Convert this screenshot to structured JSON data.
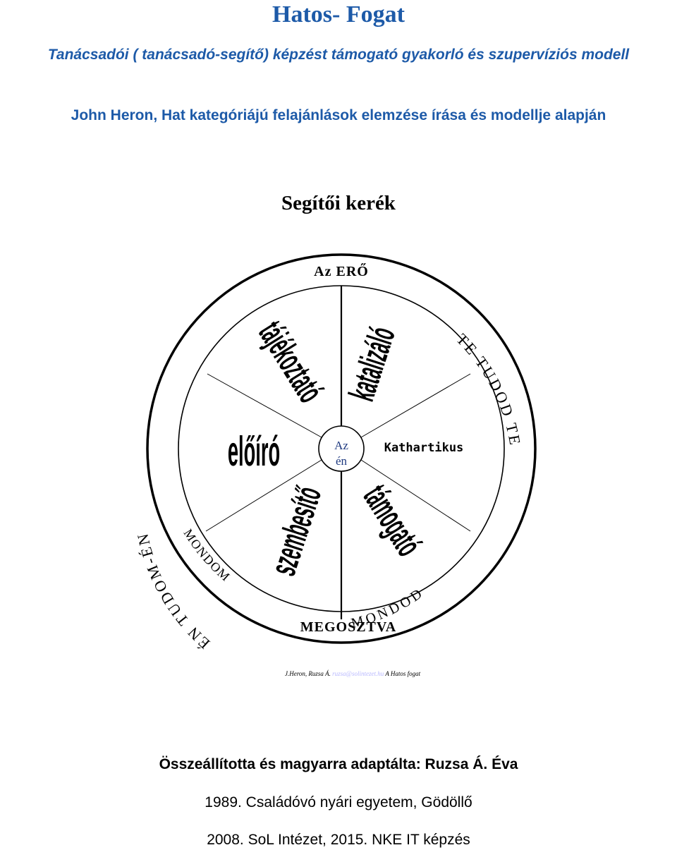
{
  "header": {
    "title": "Hatos- Fogat",
    "subtitle1": "Tanácsadói ( tanácsadó-segítő) képzést támogató gyakorló és szupervíziós modell",
    "subtitle2": "John Heron, Hat kategóriájú felajánlások elemzése írása és modellje alapján"
  },
  "diagram": {
    "title": "Segítői kerék",
    "top_label": "Az ERŐ",
    "bottom_label": "MEGOSZTVA",
    "center": [
      "Az",
      "én"
    ],
    "segments": {
      "tajekoztato": "tájékoztató",
      "katalizalo": "katalizáló",
      "eloiro": "előíró",
      "katartikus": "Kathartikus",
      "szembesito": "szembesítő",
      "tamogato": "támogató"
    },
    "ring_left": "ÉN TUDOM-ÉN",
    "ring_right": "TE TUDOD TE",
    "ring_bottom_left": "MONDOM",
    "ring_bottom_right": "MONDOD",
    "credit_prefix": "J.Heron, Ruzsa Á.",
    "credit_email": "ruzsa@solintezet.hu",
    "credit_suffix": "A Hatos fogat"
  },
  "footer": {
    "compiled_by": "Összeállította és magyarra adaptálta: Ruzsa Á. Éva",
    "line1": "1989. Családóvó nyári egyetem, Gödöllő",
    "line2": "2008. SoL Intézet, 2015. NKE IT képzés"
  },
  "colors": {
    "heading_blue": "#1d5aa8",
    "center_text": "#1f3a80"
  }
}
